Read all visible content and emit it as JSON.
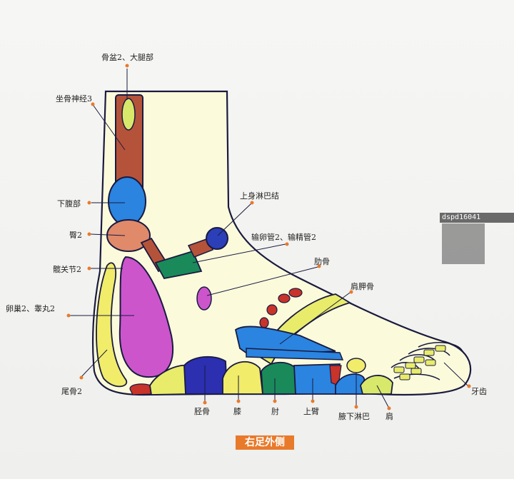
{
  "title": "右足外侧",
  "watermark": {
    "id": "dspd16041"
  },
  "labels": {
    "pelvis_thigh": "骨盆2、大腿部",
    "sciatic": "坐骨神经3",
    "lower_abdomen": "下腹部",
    "buttock": "臀2",
    "hip_joint": "髋关节2",
    "ovary_testis": "卵巢2、睾丸2",
    "coccyx": "尾骨2",
    "upper_lymph": "上身淋巴结",
    "oviduct": "输卵管2、输精管2",
    "rib": "肋骨",
    "scapula": "肩胛骨",
    "tibia": "胫骨",
    "knee": "膝",
    "elbow": "肘",
    "upper_arm": "上臂",
    "axillary_lymph": "腋下淋巴",
    "shoulder": "肩",
    "teeth": "牙齿"
  },
  "colors": {
    "title_bg": "#e87a2c",
    "label_dot": "#e87a2c",
    "outline": "#1a1a40",
    "foot_fill": "#fbfbdc"
  }
}
